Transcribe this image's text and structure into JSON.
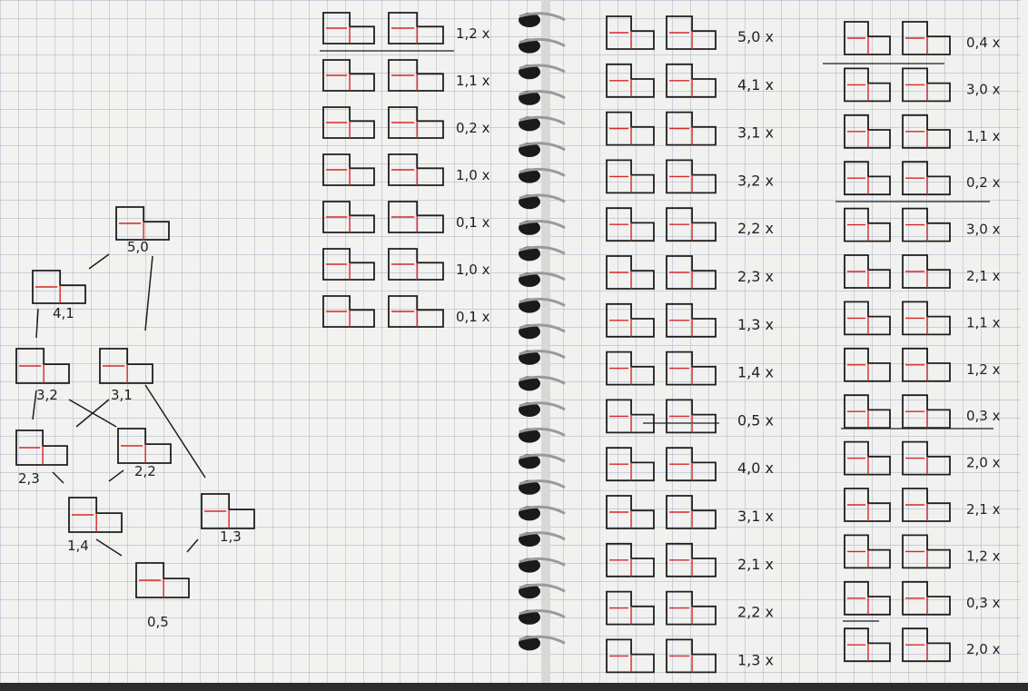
{
  "left_page": {
    "tree": {
      "nodes": [
        {
          "id": "n50",
          "label": "5,0"
        },
        {
          "id": "n41",
          "label": "4,1"
        },
        {
          "id": "n32",
          "label": "3,2"
        },
        {
          "id": "n31",
          "label": "3,1"
        },
        {
          "id": "n23",
          "label": "2,3"
        },
        {
          "id": "n22",
          "label": "2,2"
        },
        {
          "id": "n14",
          "label": "1,4"
        },
        {
          "id": "n13",
          "label": "1,3"
        },
        {
          "id": "n05",
          "label": "0,5"
        }
      ]
    },
    "column": {
      "rows": [
        {
          "label": "1,2 x"
        },
        {
          "label": "1,1 x"
        },
        {
          "label": "0,2 x"
        },
        {
          "label": "1,0 x"
        },
        {
          "label": "0,1 x"
        },
        {
          "label": "1,0 x"
        },
        {
          "label": "0,1 x"
        }
      ]
    }
  },
  "right_page": {
    "column_a": {
      "rows": [
        {
          "label": "5,0 x"
        },
        {
          "label": "4,1 x"
        },
        {
          "label": "3,1 x"
        },
        {
          "label": "3,2 x"
        },
        {
          "label": "2,2 x"
        },
        {
          "label": "2,3 x"
        },
        {
          "label": "1,3 x"
        },
        {
          "label": "1,4 x"
        },
        {
          "label": "0,5 x"
        },
        {
          "label": "4,0 x"
        },
        {
          "label": "3,1 x"
        },
        {
          "label": "2,1 x"
        },
        {
          "label": "2,2 x"
        },
        {
          "label": "1,3 x"
        }
      ]
    },
    "column_b": {
      "rows": [
        {
          "label": "0,4 x"
        },
        {
          "label": "3,0 x"
        },
        {
          "label": "1,1 x"
        },
        {
          "label": "0,2 x"
        },
        {
          "label": "3,0 x"
        },
        {
          "label": "2,1 x"
        },
        {
          "label": "1,1 x"
        },
        {
          "label": "1,2 x"
        },
        {
          "label": "0,3 x"
        },
        {
          "label": "2,0 x"
        },
        {
          "label": "2,1 x"
        },
        {
          "label": "1,2 x"
        },
        {
          "label": "0,3 x"
        },
        {
          "label": "2,0 x"
        }
      ]
    }
  },
  "colors": {
    "paper": "#f2f2f0",
    "grid": "#8f95b8",
    "ink": "#1e1e1e",
    "red_ink": "#d42828",
    "spiral": "#9a9a9a",
    "hole": "#1a1a1a"
  }
}
